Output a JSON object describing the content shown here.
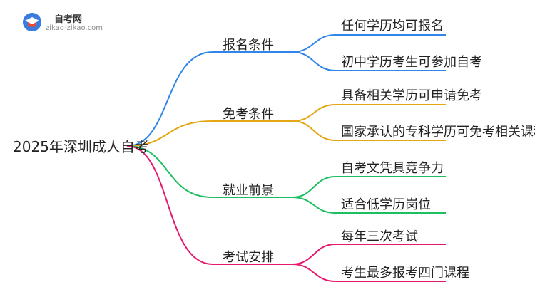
{
  "logo": {
    "title": "自考网",
    "url": "zikao-zikao.com"
  },
  "root": {
    "label": "2025年深圳成人自考"
  },
  "branches": [
    {
      "label": "报名条件",
      "color": "#2f86e8",
      "leaves": [
        "任何学历均可报名",
        "初中学历考生可参加自考"
      ]
    },
    {
      "label": "免考条件",
      "color": "#e5a614",
      "leaves": [
        "具备相关学历可申请免考",
        "国家承认的专科学历可免考相关课程"
      ]
    },
    {
      "label": "就业前景",
      "color": "#1cbf62",
      "leaves": [
        "自考文凭具竞争力",
        "适合低学历岗位"
      ]
    },
    {
      "label": "考试安排",
      "color": "#e5196d",
      "leaves": [
        "每年三次考试",
        "考生最多报考四门课程"
      ]
    }
  ]
}
